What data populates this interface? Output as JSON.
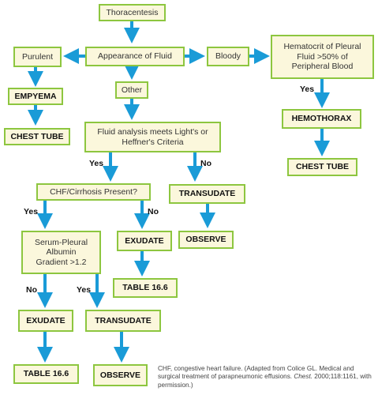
{
  "nodes": {
    "thoracentesis": "Thoracentesis",
    "appearance": "Appearance of Fluid",
    "purulent": "Purulent",
    "bloody": "Bloody",
    "other": "Other",
    "hematocrit": "Hematocrit of Pleural Fluid >50% of Peripheral Blood",
    "empyema": "EMPYEMA",
    "chest_tube_left": "CHEST TUBE",
    "hemothorax": "HEMOTHORAX",
    "chest_tube_right": "CHEST TUBE",
    "lights": "Fluid analysis meets Light's or Heffner's Criteria",
    "chf": "CHF/Cirrhosis Present?",
    "transudate_mid": "TRANSUDATE",
    "observe_mid": "OBSERVE",
    "albumin": "Serum-Pleural Albumin Gradient >1.2",
    "exudate_mid": "EXUDATE",
    "table_mid": "TABLE 16.6",
    "exudate_bottom": "EXUDATE",
    "transudate_bottom": "TRANSUDATE",
    "table_bottom": "TABLE 16.6",
    "observe_bottom": "OBSERVE"
  },
  "edge_labels": {
    "hematocrit_yes": "Yes",
    "lights_yes": "Yes",
    "lights_no": "No",
    "chf_yes": "Yes",
    "chf_no": "No",
    "albumin_no": "No",
    "albumin_yes": "Yes"
  },
  "caption": {
    "text_1": "CHF, congestive heart failure. (Adapted from Colice GL. Medical and surgical treatment of parapneumonic effusions.",
    "journal": "Chest.",
    "text_2": "2000;118:1161, with permission.)"
  },
  "colors": {
    "arrow": "#1a9bd7",
    "box_border": "#8dc63f",
    "box_fill": "#fbf7dc"
  }
}
